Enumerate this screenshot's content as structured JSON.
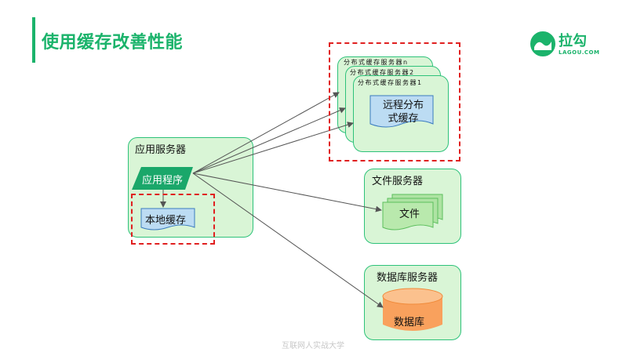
{
  "title": "使用缓存改善性能",
  "logo": {
    "name": "拉勾",
    "sub": "LAGOU.COM",
    "icon": "lagou-logo-icon"
  },
  "app_server": {
    "label": "应用服务器",
    "program": "应用程序",
    "local_cache": "本地缓存"
  },
  "remote_cache": {
    "servers": [
      "分布式缓存服务器n",
      "分布式缓存服务器2",
      "分布式缓存服务器1"
    ],
    "doc": "远程分布式缓存"
  },
  "file_server": {
    "label": "文件服务器",
    "file": "文件"
  },
  "db_server": {
    "label": "数据库服务器",
    "db": "数据库"
  },
  "footer": "互联网人实战大学",
  "colors": {
    "accent": "#1bb36b",
    "box_fill": "#d9f5d6",
    "dash": "#e02020",
    "db": "#f9a15d",
    "doc": "#bcdcf3"
  }
}
